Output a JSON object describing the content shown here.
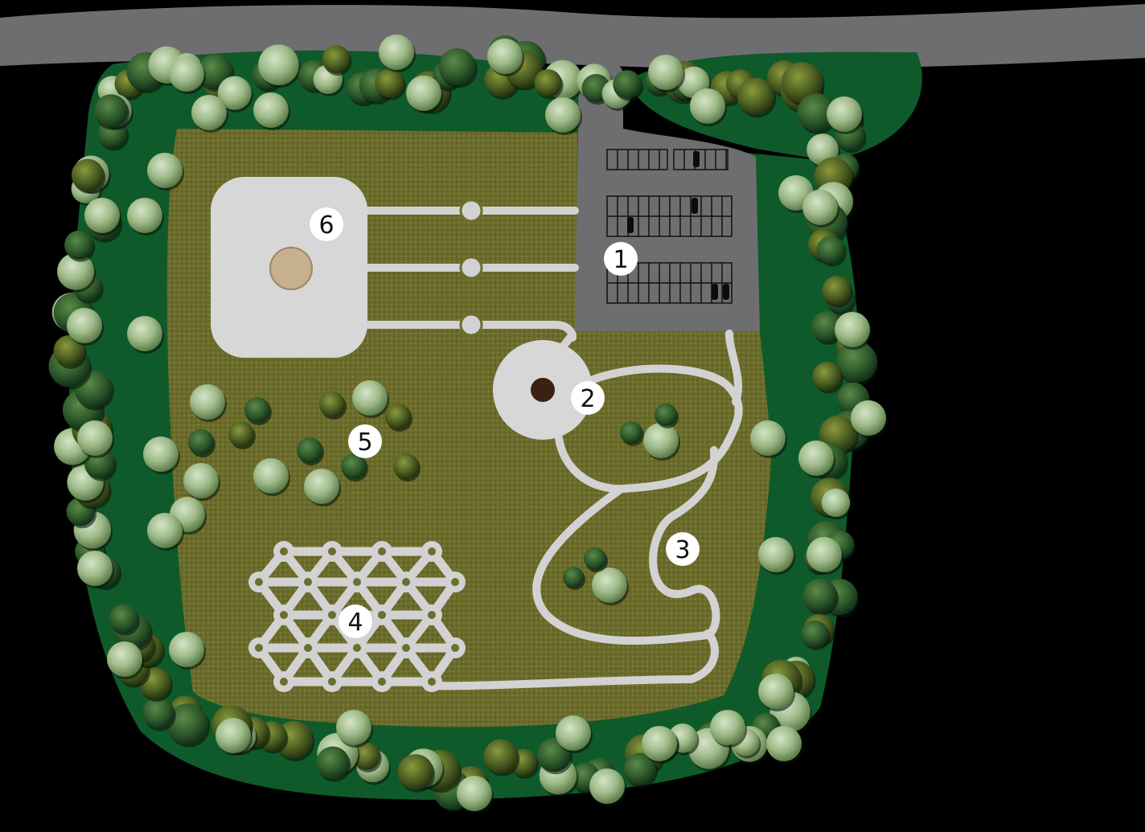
{
  "colors": {
    "background": "#000000",
    "road": "#6e6e70",
    "parking_lot": "#6e6e70",
    "lawn": "#6d6e2e",
    "hedge": "#0f5a2a",
    "path": "#d2d2d2",
    "plaza": "#d7d7d7",
    "fountain": "#c7b08d",
    "center_dot": "#3b2014",
    "marker_fill": "#ffffff",
    "marker_text": "#111111"
  },
  "icons": {
    "tree_light": "tree-light-icon",
    "tree_dark": "tree-dark-icon",
    "car": "car-icon"
  },
  "markers": [
    {
      "id": "m1",
      "label": "1"
    },
    {
      "id": "m2",
      "label": "2"
    },
    {
      "id": "m3",
      "label": "3"
    },
    {
      "id": "m4",
      "label": "4"
    },
    {
      "id": "m5",
      "label": "5"
    },
    {
      "id": "m6",
      "label": "6"
    }
  ]
}
